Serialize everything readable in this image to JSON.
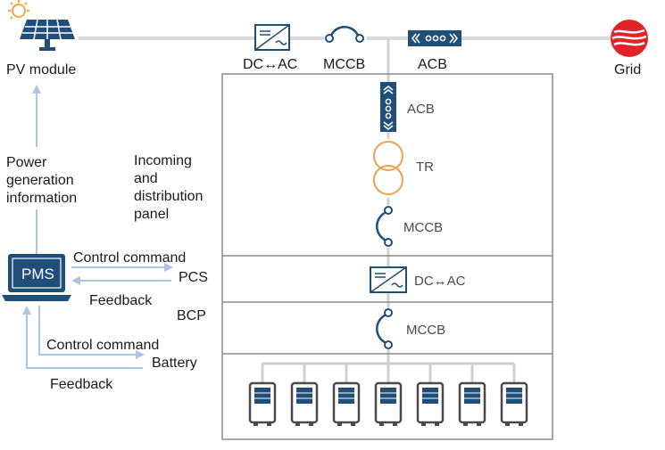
{
  "labels": {
    "pv_module": "PV module",
    "grid": "Grid",
    "top_inverter": "DC↔AC",
    "top_mccb": "MCCB",
    "top_acb": "ACB",
    "power_info": [
      "Power",
      "generation",
      "information"
    ],
    "incoming": [
      "Incoming",
      "and",
      "distribution",
      "panel"
    ],
    "panel_acb": "ACB",
    "panel_tr": "TR",
    "panel_mccb": "MCCB",
    "pcs_inverter": "DC↔AC",
    "bcp_mccb": "MCCB",
    "pms": "PMS",
    "pcs": "PCS",
    "bcp": "BCP",
    "battery": "Battery",
    "control_command_pcs": "Control command",
    "feedback_pcs": "Feedback",
    "control_command_battery": "Control command",
    "feedback_battery": "Feedback"
  },
  "battery_rack_count": 7,
  "colors": {
    "navy": "#1f4e79",
    "line_gray": "#d0d0d0",
    "frame_gray": "#8a8a8a",
    "arrow_blue": "#a9c6e4",
    "transformer_orange": "#f0a04b",
    "grid_red": "#e0242a",
    "sun_orange": "#f7a541"
  }
}
